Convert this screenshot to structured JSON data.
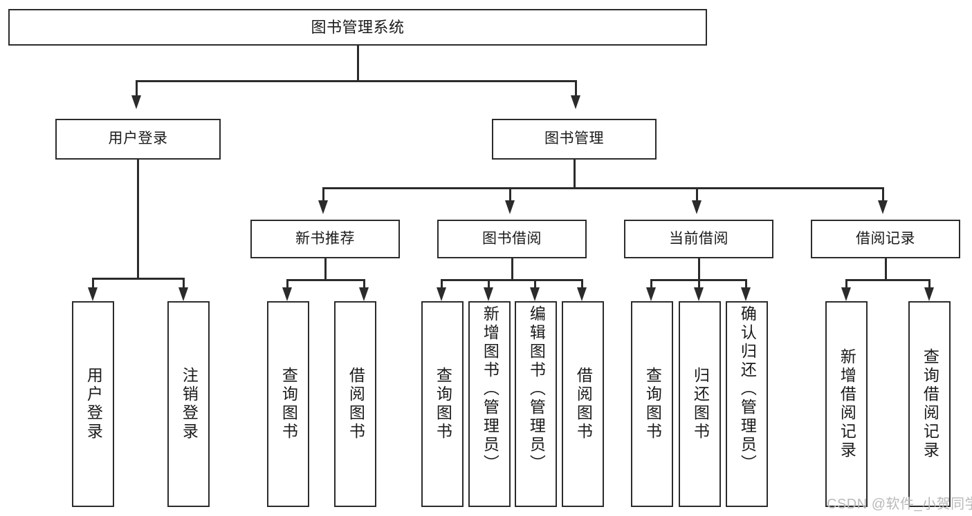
{
  "diagram": {
    "type": "functional-structure-tree",
    "title": "图书管理系统",
    "root": {
      "label": "图书管理系统"
    },
    "level1": [
      {
        "label": "用户登录"
      },
      {
        "label": "图书管理"
      }
    ],
    "level2": [
      {
        "label": "新书推荐"
      },
      {
        "label": "图书借阅"
      },
      {
        "label": "当前借阅"
      },
      {
        "label": "借阅记录"
      }
    ],
    "leaves": [
      {
        "label": "用户登录"
      },
      {
        "label": "注销登录"
      },
      {
        "label": "查询图书"
      },
      {
        "label": "借阅图书"
      },
      {
        "label": "查询图书"
      },
      {
        "label": "新增图书（管理员）"
      },
      {
        "label": "编辑图书（管理员）"
      },
      {
        "label": "借阅图书"
      },
      {
        "label": "查询图书"
      },
      {
        "label": "归还图书"
      },
      {
        "label": "确认归还（管理员）"
      },
      {
        "label": "新增借阅记录"
      },
      {
        "label": "查询借阅记录"
      }
    ]
  },
  "watermark": {
    "text": "CSDN @软件_小贺同学"
  },
  "colors": {
    "stroke": "#2b2b2b",
    "background": "#ffffff",
    "text": "#1a1a1a",
    "watermark": "#b9b9b9"
  }
}
